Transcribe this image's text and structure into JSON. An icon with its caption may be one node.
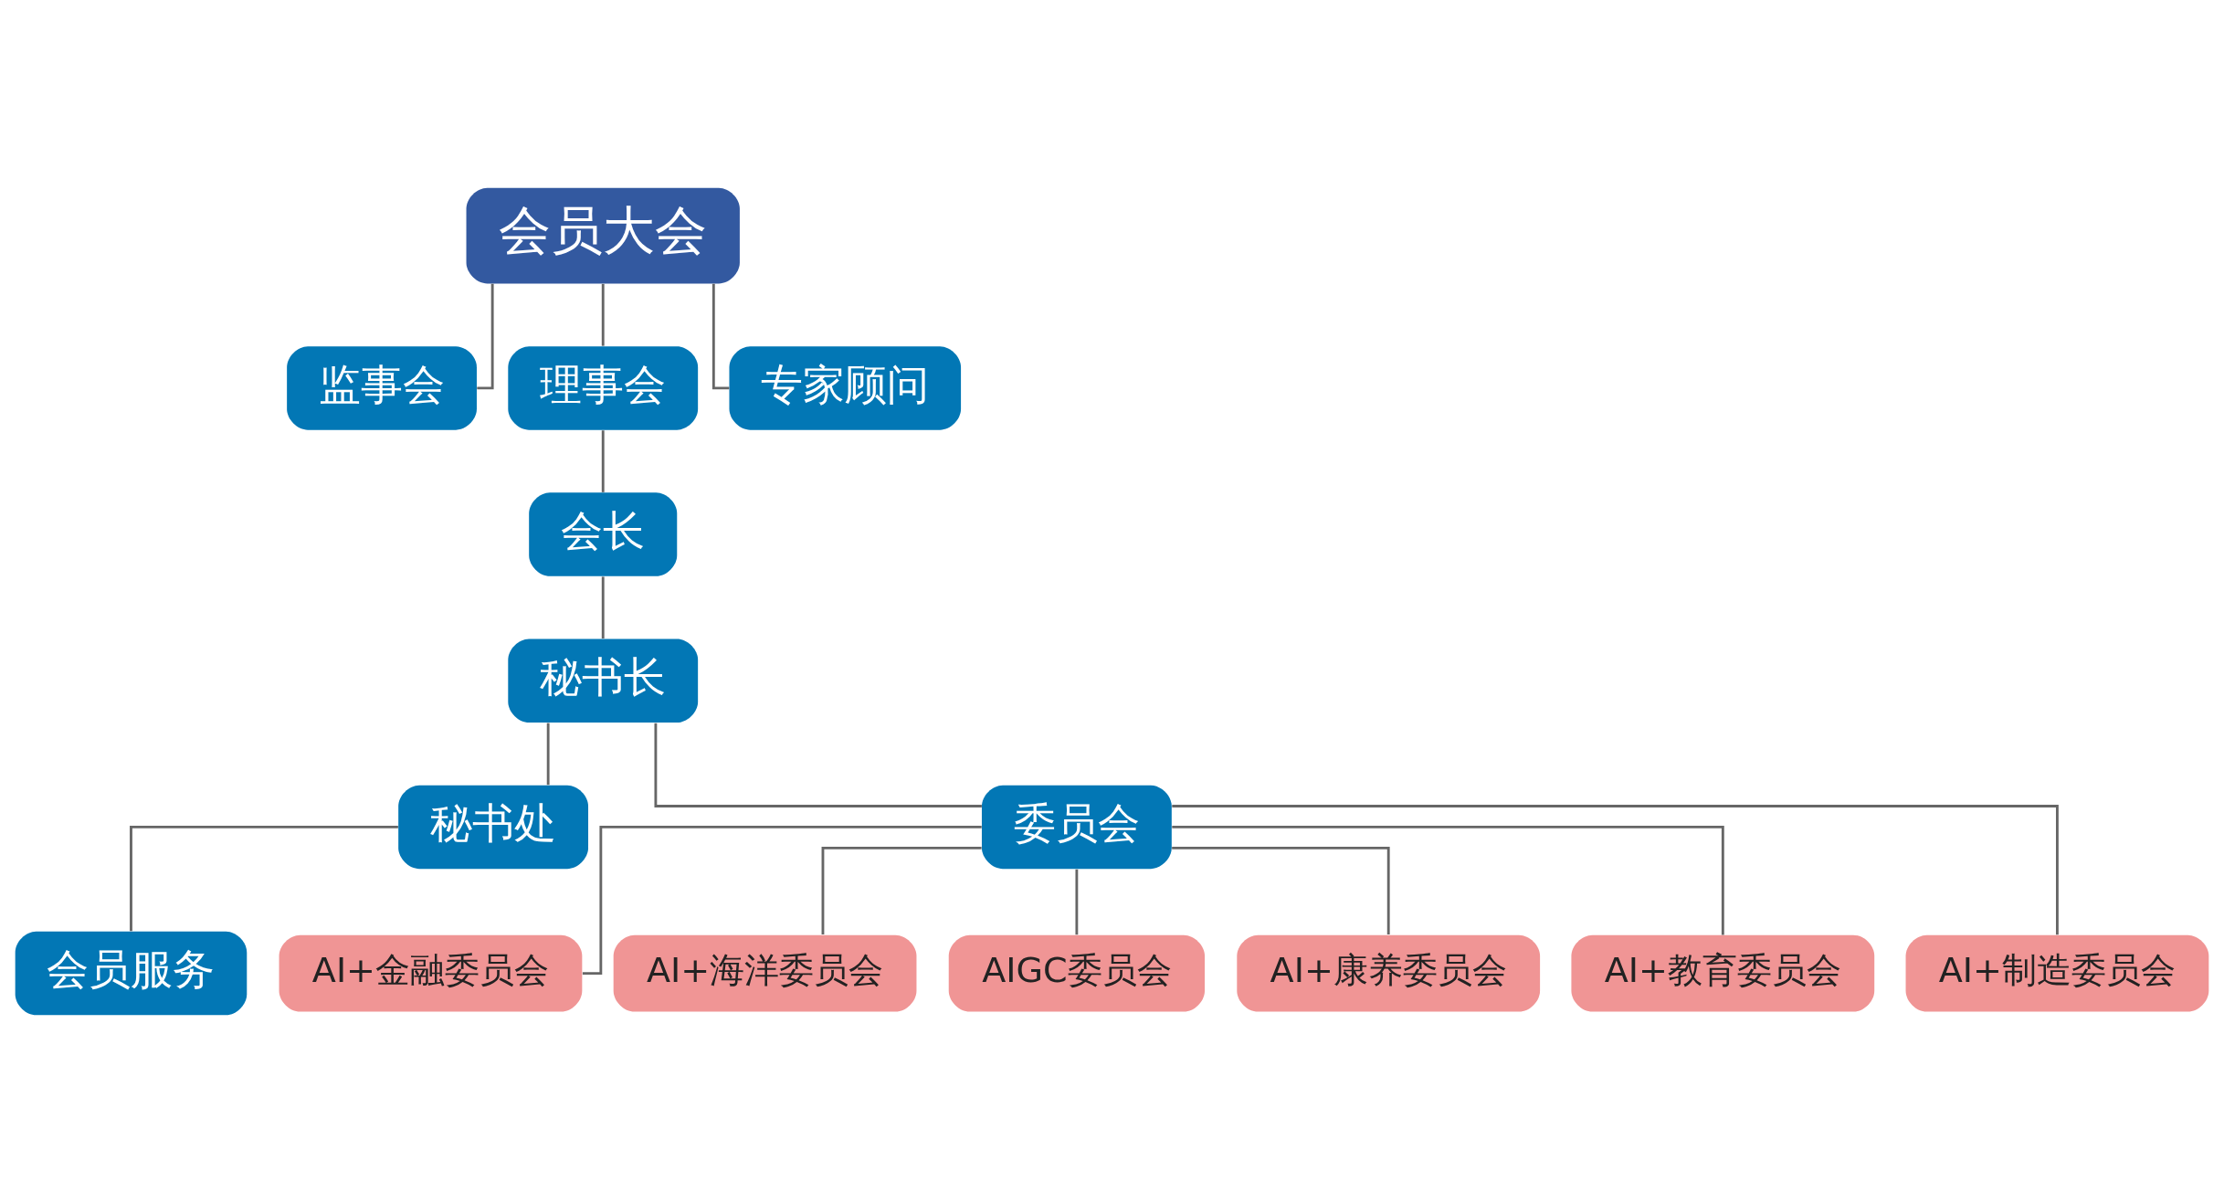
{
  "diagram": {
    "nodes": [
      {
        "text": [
          "会员大会"
        ]
      },
      {
        "text": [
          "监事会"
        ]
      },
      {
        "text": [
          "理事会"
        ]
      },
      {
        "text": [
          "专家顾问"
        ]
      },
      {
        "text": [
          "会长"
        ]
      },
      {
        "text": [
          "秘书长"
        ]
      },
      {
        "text": [
          "秘书处"
        ]
      },
      {
        "text": [
          "委员会"
        ]
      },
      {
        "text": [
          "会员服务"
        ]
      },
      {
        "text": [
          "AI+金融委员会"
        ]
      },
      {
        "text": [
          "AI+海洋委员会"
        ]
      },
      {
        "text": [
          "AIGC委员会"
        ]
      },
      {
        "text": [
          "AI+康养委员会"
        ]
      },
      {
        "text": [
          "AI+教育委员会"
        ]
      },
      {
        "text": [
          "AI+制造委员会"
        ]
      }
    ],
    "edges": [
      {
        "from": 0,
        "to": 1,
        "arrow": "none"
      },
      {
        "from": 0,
        "to": 2,
        "arrow": "none"
      },
      {
        "from": 0,
        "to": 3,
        "arrow": "none"
      },
      {
        "from": 2,
        "to": 4,
        "arrow": "none"
      },
      {
        "from": 4,
        "to": 5,
        "arrow": "none"
      },
      {
        "from": 5,
        "to": 6,
        "arrow": "none"
      },
      {
        "from": 5,
        "to": 7,
        "arrow": "none"
      },
      {
        "from": 6,
        "to": 8,
        "arrow": "none"
      },
      {
        "from": 7,
        "to": 9,
        "arrow": "none"
      },
      {
        "from": 7,
        "to": 10,
        "arrow": "none"
      },
      {
        "from": 7,
        "to": 11,
        "arrow": "none"
      },
      {
        "from": 7,
        "to": 12,
        "arrow": "none"
      },
      {
        "from": 7,
        "to": 13,
        "arrow": "none"
      },
      {
        "from": 7,
        "to": 14,
        "arrow": "none"
      }
    ]
  }
}
